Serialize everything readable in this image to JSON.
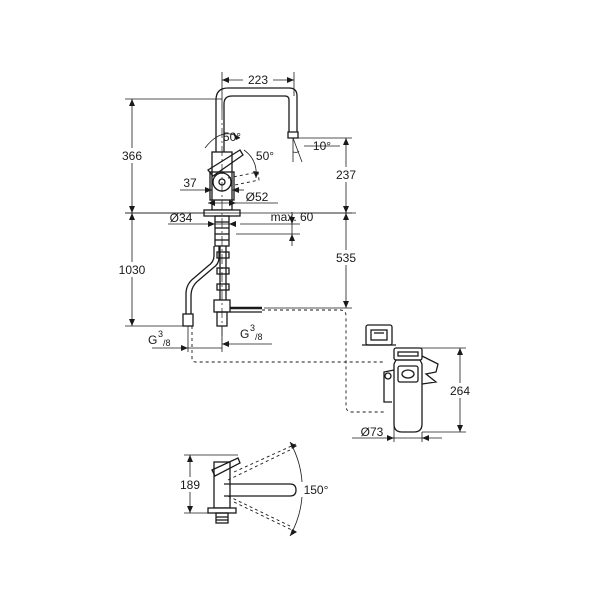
{
  "dimensions": {
    "width_223": "223",
    "angle_50_upper": "50°",
    "angle_50_lower": "50°",
    "angle_10": "10°",
    "height_366": "366",
    "height_237": "237",
    "offset_37": "37",
    "dia_52": "Ø52",
    "dia_34": "Ø34",
    "max_60": "max. 60",
    "height_1030": "1030",
    "height_535": "535",
    "thread_left_main": "G",
    "thread_left_sup": "3",
    "thread_left_sub": "/8",
    "thread_right_main": "G",
    "thread_right_sup": "3",
    "thread_right_sub": "/8",
    "filter_height_264": "264",
    "filter_dia_73": "Ø73",
    "plan_height_189": "189",
    "swivel_angle_150": "150°"
  }
}
